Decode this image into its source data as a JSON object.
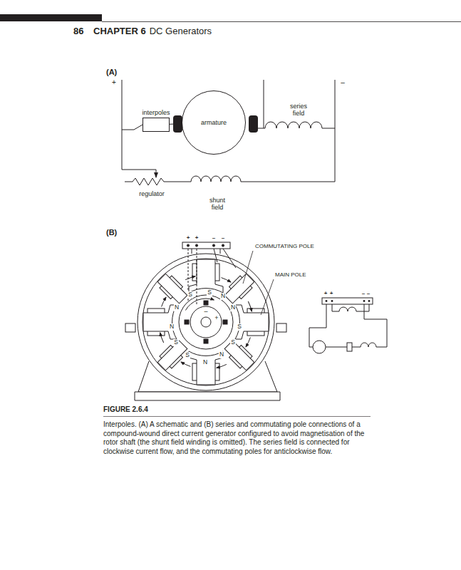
{
  "diagram": {
    "caption": "Interpoles. (A) A schematic and (B) series and commutating pole connections of a compound-wound direct current generator configured to avoid magnetisation of the rotor shaft (the shunt field winding is omitted). The series field is connected for clockwise current flow, and the commutating poles for anticlockwise flow.",
    "nodes": [
      {
        "text": [
          "interpoles"
        ]
      },
      {
        "text": [
          "armature"
        ]
      }
    ],
    "edges": [
      {
        "from": 0,
        "to": 1,
        "arrow": "none"
      }
    ],
    "labels": [
      "86",
      "CHAPTER 6",
      "DC Generators",
      "(A)",
      "+",
      "–",
      "series field",
      "regulator",
      "shunt field",
      "(B)",
      "+",
      "+",
      "–",
      "–",
      "COMMUTATING POLE",
      "MAIN POLE",
      "S",
      "S",
      "N",
      "N",
      "N",
      "N",
      "S",
      "S",
      "S",
      "S",
      "N",
      "N",
      "–",
      "+",
      "+",
      "+",
      "–",
      "–",
      "FIGURE 2.6.4"
    ]
  }
}
